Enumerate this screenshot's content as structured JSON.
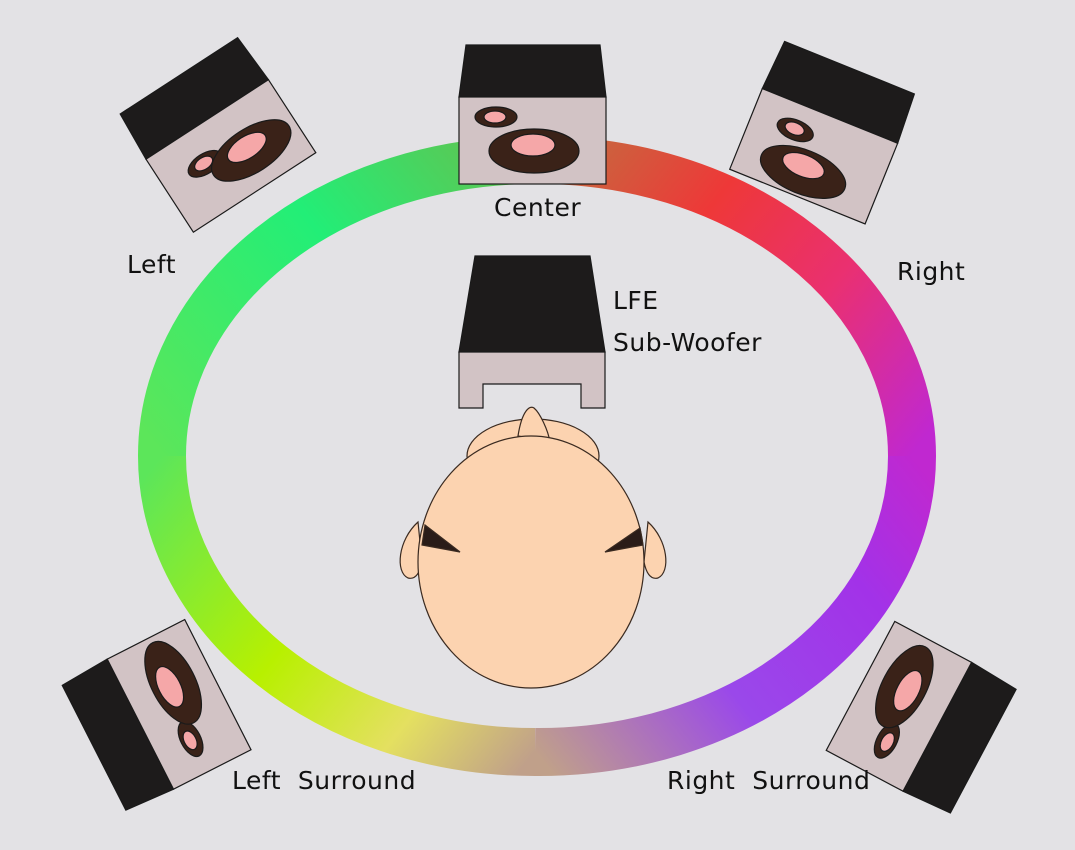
{
  "labels": {
    "left": "Left",
    "center": "Center",
    "right": "Right",
    "lfe": "LFE",
    "subwoofer": "Sub-Woofer",
    "left_surround": "Left  Surround",
    "right_surround": "Right  Surround"
  },
  "colors": {
    "background": "#e3e2e5",
    "speaker_front": "#d2c3c5",
    "speaker_top": "#1d1b1b",
    "driver_outer": "#3a2218",
    "driver_inner": "#f5a7a8",
    "head_skin": "#fcd3b0",
    "ring_gradient": [
      "#66c04e",
      "#22ee77",
      "#b8f000",
      "#e8e060",
      "#c0a08a",
      "#8a40f0",
      "#c028d0",
      "#ea3070",
      "#ee3838",
      "#c07040"
    ]
  },
  "icons": [
    "speaker-icon",
    "subwoofer-icon",
    "listener-head-icon"
  ]
}
